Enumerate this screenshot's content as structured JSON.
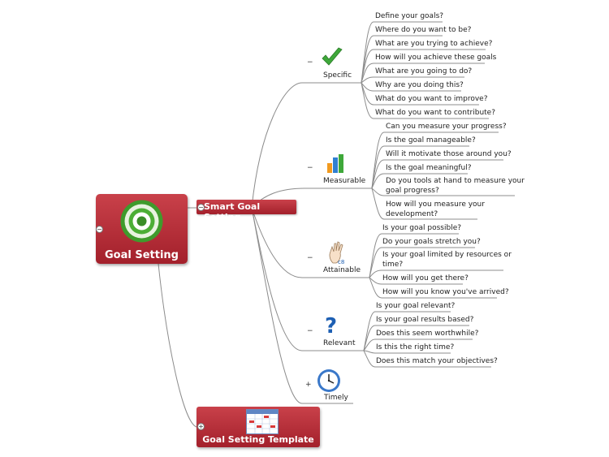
{
  "root": {
    "label": "Goal Setting",
    "toggle": "−",
    "icon": "target-icon"
  },
  "central": {
    "label": "Smart Goal Setting",
    "toggle": "−"
  },
  "template_node": {
    "label": "Goal Setting Template",
    "toggle": "+",
    "icon": "calendar-thumbnail-icon"
  },
  "branches": [
    {
      "label": "Specific",
      "toggle": "−",
      "icon": "checkmark-icon",
      "items": [
        "Define your goals?",
        "Where do you want to be?",
        "What are you trying to achieve?",
        "How will you achieve these goals",
        "What are you going to do?",
        "Why are you doing this?",
        "What do you want to improve?",
        "What do you want to contribute?"
      ]
    },
    {
      "label": "Measurable",
      "toggle": "−",
      "icon": "bar-chart-icon",
      "items": [
        "Can you measure your progress?",
        "Is the goal manageable?",
        "Will it motivate those around you?",
        "Is the goal meaningful?",
        "Do you tools at hand to measure your",
        "goal progress?",
        "How will you measure your",
        "development?"
      ]
    },
    {
      "label": "Attainable",
      "toggle": "−",
      "icon": "ok-hand-icon",
      "items": [
        "Is your goal possible?",
        "Do your goals stretch you?",
        "Is your goal limited by resources or",
        "time?",
        "How will you get there?",
        "How will you know you've arrived?"
      ]
    },
    {
      "label": "Relevant",
      "toggle": "−",
      "icon": "question-mark-icon",
      "items": [
        "Is your goal relevant?",
        "Is your goal results based?",
        "Does this seem worthwhile?",
        "Is this the right time?",
        "Does this match your objectives?"
      ]
    },
    {
      "label": "Timely",
      "toggle": "+",
      "icon": "clock-icon",
      "items": []
    }
  ],
  "colors": {
    "node_red": "#b32d37",
    "connector": "#8c8c8c",
    "check_green": "#3ea83a",
    "question_blue": "#1d5fb3"
  }
}
